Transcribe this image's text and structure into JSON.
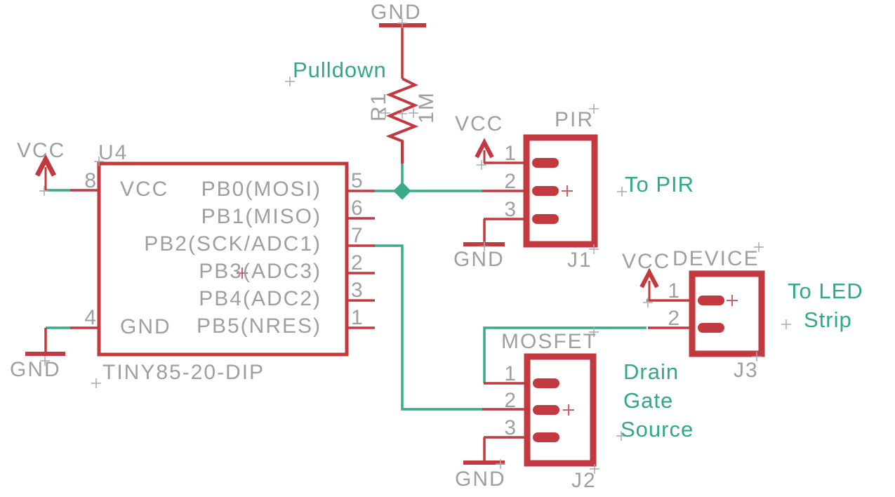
{
  "colors": {
    "symbol_red": "#c23a40",
    "wire_teal": "#3aab88",
    "annotation_teal": "#2fa98a",
    "label_gray": "#9e9fa0",
    "background": "#ffffff"
  },
  "ic_u4": {
    "designator": "U4",
    "part_name": "TINY85-20-DIP",
    "left_pin_numbers": [
      "8",
      "4"
    ],
    "left_pin_labels": [
      "VCC",
      "GND"
    ],
    "right_pin_numbers": [
      "5",
      "6",
      "7",
      "2",
      "3",
      "1"
    ],
    "right_pin_labels": [
      "PB0(MOSI)",
      "PB1(MISO)",
      "PB2(SCK/ADC1)",
      "PB3(ADC3)",
      "PB4(ADC2)",
      "PB5(NRES)"
    ]
  },
  "resistor_r1": {
    "designator": "R1",
    "value": "1M"
  },
  "connector_j1": {
    "title": "PIR",
    "designator": "J1",
    "pin_numbers": [
      "1",
      "2",
      "3"
    ]
  },
  "connector_j2": {
    "title": "MOSFET",
    "designator": "J2",
    "pin_numbers": [
      "1",
      "2",
      "3"
    ]
  },
  "connector_j3": {
    "title": "DEVICE",
    "designator": "J3",
    "pin_numbers": [
      "1",
      "2"
    ]
  },
  "net_labels": {
    "gnd_pulldown": "GND",
    "vcc_ic": "VCC",
    "gnd_ic": "GND",
    "vcc_j1": "VCC",
    "gnd_j1": "GND",
    "vcc_j3": "VCC",
    "gnd_j2": "GND"
  },
  "annotations": {
    "pulldown": "Pulldown",
    "to_pir": "To PIR",
    "to_led_line1": "To LED",
    "to_led_line2": "Strip",
    "mosfet_drain": "Drain",
    "mosfet_gate": "Gate",
    "mosfet_source": "Source"
  }
}
